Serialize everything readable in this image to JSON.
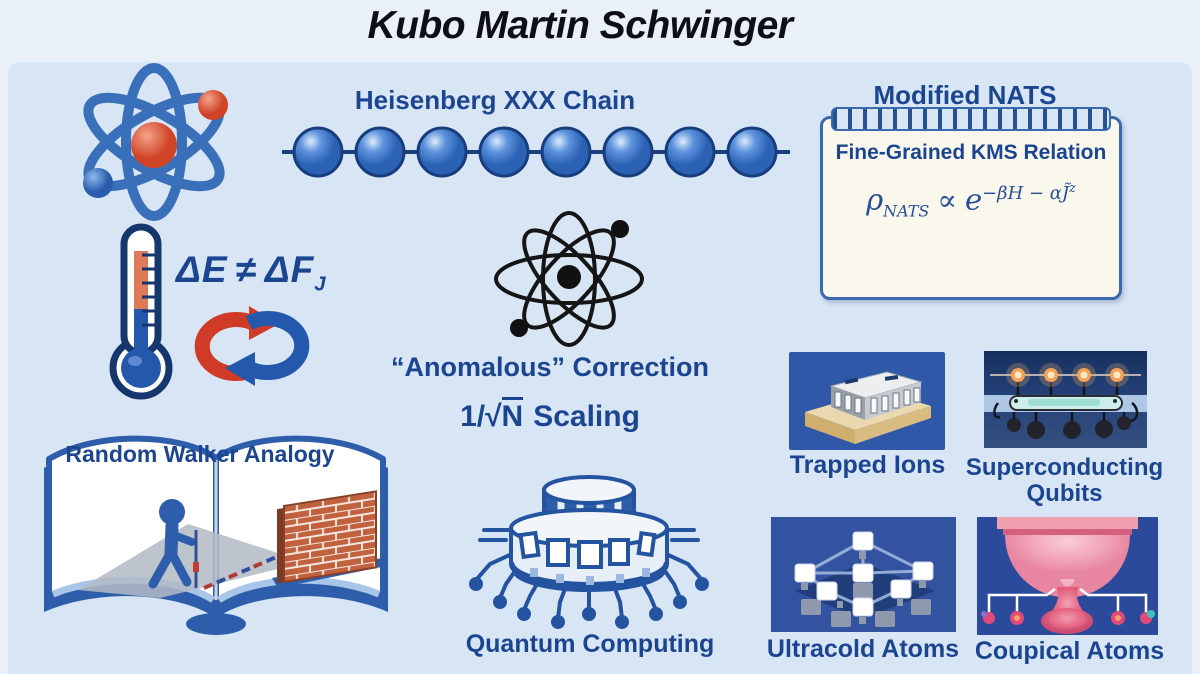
{
  "title": "Kubo Martin Schwinger",
  "colors": {
    "background_top": "#e9f0fa",
    "background_panel": "#d8e5f4",
    "text_blue": "#1b4591",
    "illustration_blue": "#2e5dab",
    "accent_red": "#cf3b27",
    "notepad_cream": "#faf7ec",
    "tile_blue": "#2f55a5"
  },
  "heisenberg": {
    "label": "Heisenberg XXX Chain",
    "sphere_count": 8
  },
  "nats": {
    "heading": "Modified NATS",
    "note_title": "Fine-Grained KMS Relation",
    "formula": {
      "rho": "ρ",
      "rho_sub": "NATS",
      "propto": "∝",
      "base": "e",
      "exp_main": "−βH − αJ̃",
      "exp_sup": "z"
    }
  },
  "inequality": {
    "lhs": "ΔE",
    "op": "≠",
    "rhs": "ΔF",
    "rhs_sub": "J"
  },
  "anomalous": {
    "label": "“Anomalous” Correction"
  },
  "scaling": {
    "prefix": "1/√",
    "radicand": "N",
    "suffix": "Scaling"
  },
  "book": {
    "label": "Random Walker Analogy"
  },
  "quantum": {
    "label": "Quantum Computing"
  },
  "tiles": [
    {
      "label": "Trapped Ions"
    },
    {
      "label": "Superconducting Qubits"
    },
    {
      "label": "Ultracold Atoms"
    },
    {
      "label": "Coupical Atoms"
    }
  ]
}
